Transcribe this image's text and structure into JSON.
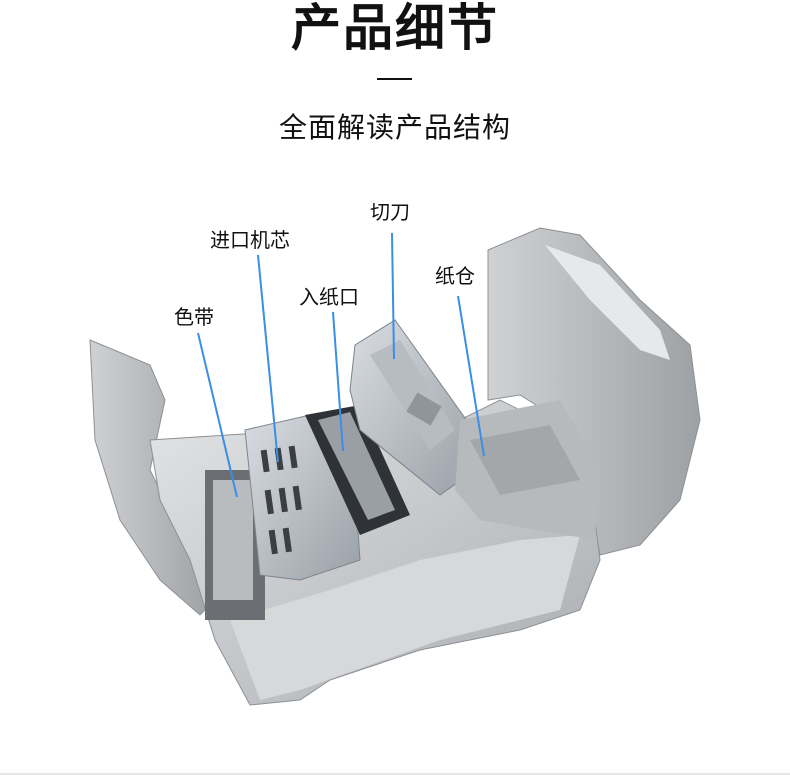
{
  "header": {
    "title": "产品细节",
    "subtitle": "全面解读产品结构"
  },
  "callouts": [
    {
      "label": "色带"
    },
    {
      "label": "进口机芯"
    },
    {
      "label": "入纸口"
    },
    {
      "label": "切刀"
    },
    {
      "label": "纸仓"
    }
  ],
  "colors": {
    "callout_line": "#3a8ee6",
    "printer_body": "#c9cbcd"
  }
}
